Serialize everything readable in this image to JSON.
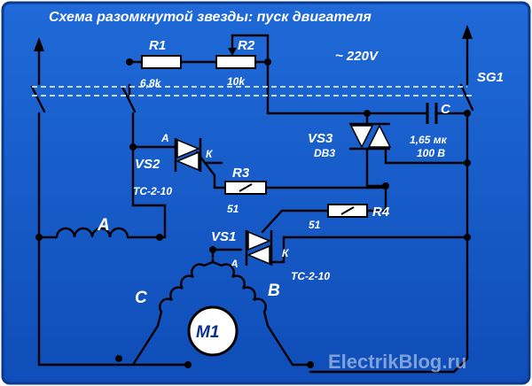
{
  "title": "Схема разомкнутой звезды: пуск двигателя",
  "voltage": "~ 220V",
  "components": {
    "r1": {
      "name": "R1",
      "value": "6,8k"
    },
    "r2": {
      "name": "R2",
      "value": "10k"
    },
    "r3": {
      "name": "R3",
      "value": "51"
    },
    "r4": {
      "name": "R4",
      "value": "51"
    },
    "c": {
      "name": "C",
      "value_1": "1,65 мк",
      "value_2": "100 В"
    },
    "vs1": {
      "name": "VS1",
      "type": "ТС-2-10",
      "anode": "A",
      "cathode": "К"
    },
    "vs2": {
      "name": "VS2",
      "type": "ТС-2-10",
      "anode": "A",
      "cathode": "К"
    },
    "vs3": {
      "name": "VS3",
      "type": "DB3"
    },
    "sg1": {
      "name": "SG1"
    },
    "motor": {
      "name": "M1"
    }
  },
  "windings": {
    "a": "A",
    "b": "B",
    "c": "C"
  },
  "watermark": "ElectrikBlog.ru",
  "colors": {
    "background": "#1558c4",
    "border": "#0b3a8c",
    "wire": "#000000",
    "text": "#ffffff",
    "switch_dash": "#ffffff"
  }
}
